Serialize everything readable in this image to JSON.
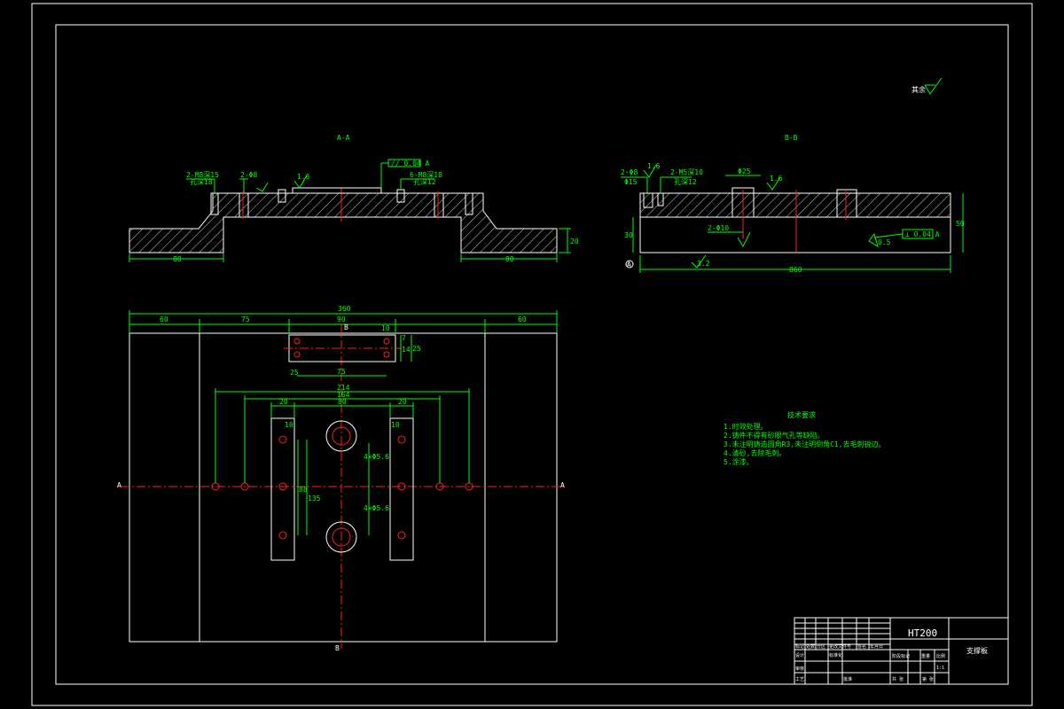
{
  "drawing": {
    "section_a_title": "A-A",
    "section_b_title": "B-B",
    "roughness_other": "其余",
    "material": "HT200",
    "part_name": "支撑板"
  },
  "section_a": {
    "callout_left_1": "2-M8深15",
    "callout_left_1b": "孔深18",
    "callout_left_2": "2-Φ8",
    "callout_right": "6-M8深18",
    "callout_right_b": "孔深12",
    "tolerance": "// 0.04 A",
    "roughness": "1.6",
    "dim_left": "80",
    "dim_right": "80",
    "dim_height": "20"
  },
  "section_b": {
    "callout_1": "2-Φ8",
    "callout_1b": "Φ15",
    "callout_2": "2-M5深10",
    "callout_2b": "孔深12",
    "callout_3": "2-Φ10",
    "dim_dia": "Φ25",
    "roughness_1": "1.6",
    "roughness_2": "1.6",
    "roughness_3": "3.2",
    "roughness_4": "0.5",
    "tolerance": "⊥ 0.04 A",
    "datum": "A",
    "dim_length": "860",
    "dim_height_left": "30",
    "dim_height_right": "50"
  },
  "plan": {
    "dim_total": "360",
    "dim_60_left": "60",
    "dim_75": "75",
    "dim_90": "90",
    "dim_60_right": "60",
    "dim_7": "7",
    "dim_14": "14",
    "dim_25": "25",
    "dim_75_slot": "75",
    "dim_25_slot": "25",
    "dim_10_slot": "10",
    "dim_214": "214",
    "dim_164": "164",
    "dim_20_left": "20",
    "dim_80": "80",
    "dim_20_right": "20",
    "dim_10_left": "10",
    "dim_10_right": "10",
    "dim_88": "88",
    "dim_135": "135",
    "dim_hole_1": "4×Φ5.6",
    "dim_hole_2": "4×Φ5.6",
    "section_mark_a": "A",
    "section_mark_b": "B"
  },
  "notes": {
    "title": "技术要求",
    "lines": [
      "1.时效处理。",
      "2.铸件不得有砂眼气孔等缺陷。",
      "3.未注明铸造圆角R3,未注明倒角C1,去毛刺锐边。",
      "4.清砂,去除毛刺。",
      "5.涂漆。"
    ]
  },
  "title_block": {
    "row_labels": [
      "标记",
      "处数",
      "分区",
      "更改文件号",
      "签名",
      "年月日"
    ],
    "design": "设计",
    "standard": "标准化",
    "check": "审核",
    "process": "工艺",
    "approve": "批准",
    "stage": "阶段标记",
    "weight": "重量",
    "scale": "比例",
    "scale_value": "1:1",
    "sheet_total": "共 张",
    "sheet_no": "第 张"
  }
}
